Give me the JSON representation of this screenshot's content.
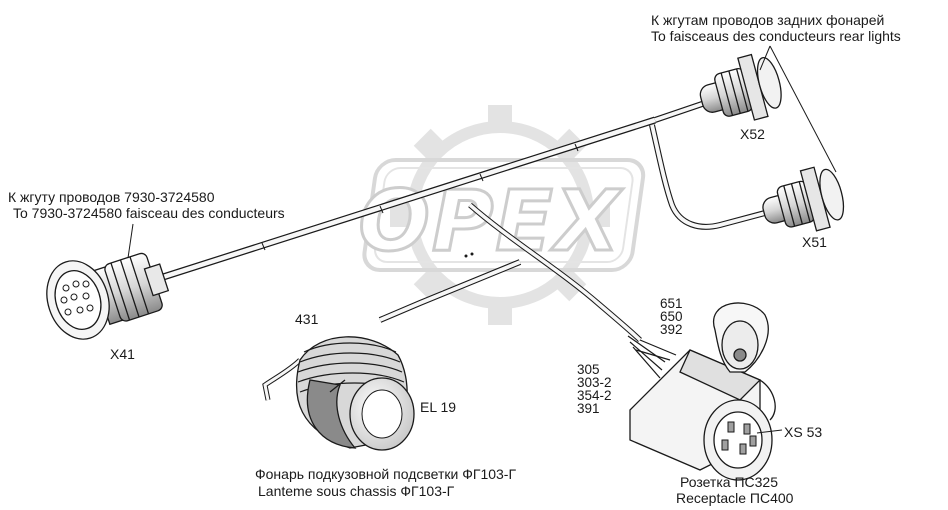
{
  "labels": {
    "rear_lights_ru": "К жгутам проводов задних фонарей",
    "rear_lights_fr": "To faisceaus des conducteurs rear lights",
    "main_harness_ru": "К жгуту проводов 7930-3724580",
    "main_harness_fr": "To 7930-3724580 faisceau des conducteurs",
    "x52": "X52",
    "x51": "X51",
    "x41": "X41",
    "lamp_code": "431",
    "el19": "EL 19",
    "wires_top": [
      "651",
      "650",
      "392"
    ],
    "wires_left": [
      "305",
      "303-2",
      "354-2",
      "391"
    ],
    "xs53": "XS 53",
    "lamp_caption_ru": "Фонарь подкузовной подсветки ФГ103-Г",
    "lamp_caption_fr": "Lanteme sous chassis ФГ103-Г",
    "socket_caption_ru": "Розетка ПС325",
    "socket_caption_fr": "Receptacle ПС400"
  },
  "watermark": {
    "text": "OPEX",
    "color": "#d9d9d9"
  },
  "colors": {
    "line": "#1a1a1a",
    "fill_light": "#f2f2f2",
    "fill_mid": "#cfcfcf",
    "fill_dark": "#7a7a7a"
  }
}
